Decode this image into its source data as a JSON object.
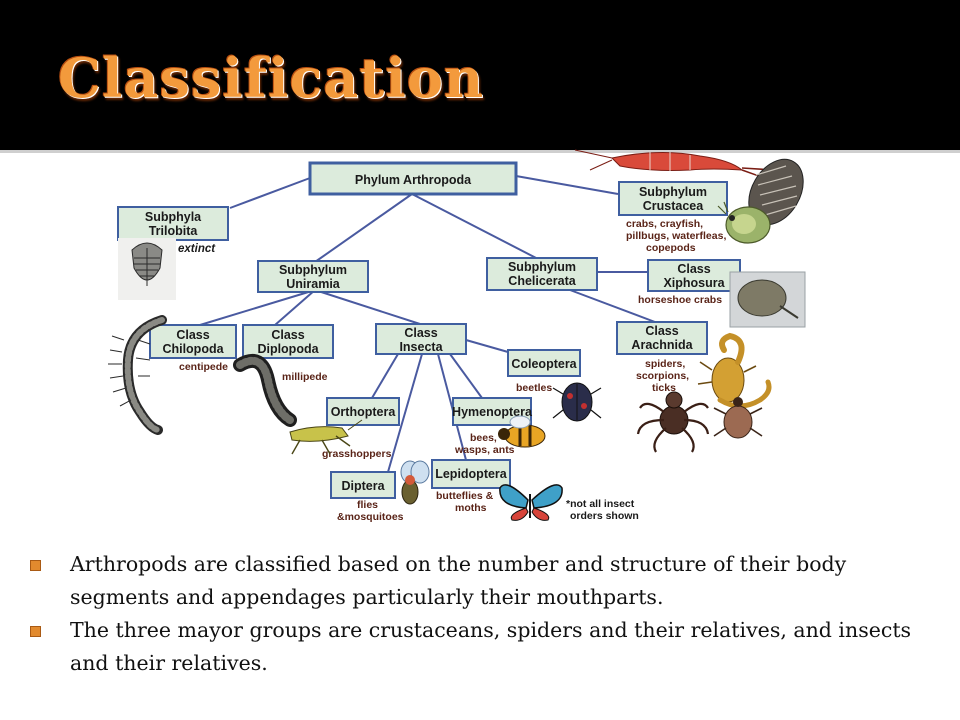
{
  "slide": {
    "title": "Classification",
    "accent_color": "#f39a3c"
  },
  "diagram": {
    "root": "Phylum Arthropoda",
    "trilobita": {
      "name_1": "Subphyla",
      "name_2": "Trilobita",
      "note": "extinct"
    },
    "crustacea": {
      "name_1": "Subphylum",
      "name_2": "Crustacea",
      "note_1": "crabs, crayfish,",
      "note_2": "pillbugs, waterfleas,",
      "note_3": "copepods"
    },
    "uniramia": {
      "name_1": "Subphylum",
      "name_2": "Uniramia"
    },
    "chelicerata": {
      "name_1": "Subphylum",
      "name_2": "Chelicerata"
    },
    "xiphosura": {
      "name_1": "Class",
      "name_2": "Xiphosura",
      "note": "horseshoe crabs"
    },
    "chilopoda": {
      "name_1": "Class",
      "name_2": "Chilopoda",
      "note": "centipede"
    },
    "diplopoda": {
      "name_1": "Class",
      "name_2": "Diplopoda",
      "note": "millipede"
    },
    "insecta": {
      "name_1": "Class",
      "name_2": "Insecta"
    },
    "arachnida": {
      "name_1": "Class",
      "name_2": "Arachnida",
      "note_1": "spiders,",
      "note_2": "scorpions,",
      "note_3": "ticks"
    },
    "coleoptera": {
      "name": "Coleoptera",
      "note": "beetles"
    },
    "orthoptera": {
      "name": "Orthoptera",
      "note": "grasshoppers"
    },
    "hymenoptera": {
      "name": "Hymenoptera",
      "note_1": "bees,",
      "note_2": "wasps, ants"
    },
    "diptera": {
      "name": "Diptera",
      "note_1": "flies",
      "note_2": "&mosquitoes"
    },
    "lepidoptera": {
      "name": "Lepidoptera",
      "note_1": "butteflies &",
      "note_2": "moths"
    },
    "footnote_1": "*not all insect",
    "footnote_2": "orders shown",
    "box_fill": "#dcebdc",
    "box_stroke": "#3f5fa0",
    "line_color": "#4a5aa0"
  },
  "bullets": [
    "Arthropods are classified based on the number and structure of their body segments and appendages particularly their mouthparts.",
    "The three mayor groups are crustaceans, spiders and their relatives, and insects and their relatives."
  ]
}
